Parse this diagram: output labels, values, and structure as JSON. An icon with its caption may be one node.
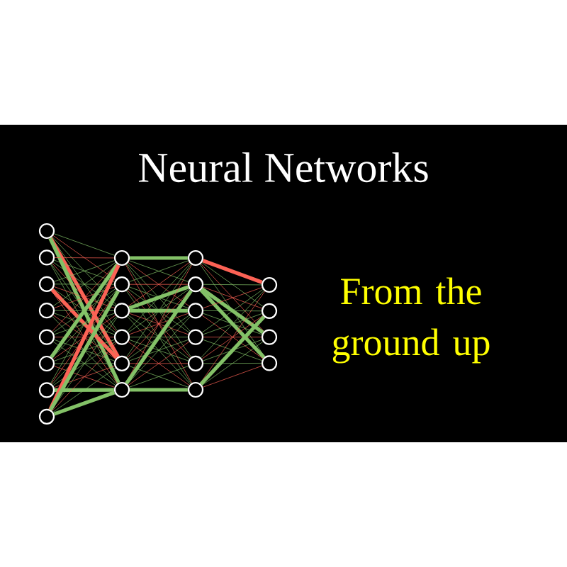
{
  "diagram": {
    "title": "Neural Networks",
    "nodes": [
      {
        "text": [],
        "shape": "circle"
      },
      {
        "text": [],
        "shape": "circle"
      },
      {
        "text": [],
        "shape": "circle"
      },
      {
        "text": [],
        "shape": "circle"
      },
      {
        "text": [],
        "shape": "circle"
      },
      {
        "text": [],
        "shape": "circle"
      },
      {
        "text": [],
        "shape": "circle"
      },
      {
        "text": [],
        "shape": "circle"
      },
      {
        "text": [],
        "shape": "circle"
      },
      {
        "text": [],
        "shape": "circle"
      },
      {
        "text": [],
        "shape": "circle"
      },
      {
        "text": [],
        "shape": "circle"
      },
      {
        "text": [],
        "shape": "circle"
      },
      {
        "text": [],
        "shape": "circle"
      },
      {
        "text": [],
        "shape": "circle"
      },
      {
        "text": [],
        "shape": "circle"
      },
      {
        "text": [],
        "shape": "circle"
      },
      {
        "text": [],
        "shape": "circle"
      },
      {
        "text": [],
        "shape": "circle"
      },
      {
        "text": [],
        "shape": "circle"
      },
      {
        "text": [],
        "shape": "circle"
      },
      {
        "text": [],
        "shape": "circle"
      },
      {
        "text": [],
        "shape": "circle"
      },
      {
        "text": [],
        "shape": "circle"
      }
    ],
    "edges": [
      {
        "from": 0,
        "to": 8,
        "arrow": "none"
      },
      {
        "from": 0,
        "to": 9,
        "arrow": "none",
        "color": "#fc6255"
      },
      {
        "from": 0,
        "to": 10,
        "arrow": "none"
      },
      {
        "from": 0,
        "to": 11,
        "arrow": "none"
      },
      {
        "from": 0,
        "to": 12,
        "arrow": "none",
        "color": "#fc6255",
        "style": "thick"
      },
      {
        "from": 0,
        "to": 13,
        "arrow": "none",
        "style": "thick"
      },
      {
        "from": 1,
        "to": 8,
        "arrow": "none",
        "color": "#fc6255"
      },
      {
        "from": 1,
        "to": 9,
        "arrow": "none"
      },
      {
        "from": 1,
        "to": 10,
        "arrow": "none"
      },
      {
        "from": 1,
        "to": 11,
        "arrow": "none",
        "color": "#fc6255"
      },
      {
        "from": 1,
        "to": 12,
        "arrow": "none"
      },
      {
        "from": 1,
        "to": 13,
        "arrow": "none"
      },
      {
        "from": 2,
        "to": 8,
        "arrow": "none"
      },
      {
        "from": 2,
        "to": 9,
        "arrow": "none"
      },
      {
        "from": 2,
        "to": 10,
        "arrow": "none",
        "color": "#fc6255"
      },
      {
        "from": 2,
        "to": 11,
        "arrow": "none"
      },
      {
        "from": 2,
        "to": 12,
        "arrow": "none",
        "color": "#fc6255",
        "style": "thick"
      },
      {
        "from": 2,
        "to": 13,
        "arrow": "none",
        "color": "#fc6255"
      },
      {
        "from": 3,
        "to": 8,
        "arrow": "none"
      },
      {
        "from": 3,
        "to": 9,
        "arrow": "none",
        "color": "#fc6255"
      },
      {
        "from": 3,
        "to": 10,
        "arrow": "none"
      },
      {
        "from": 3,
        "to": 11,
        "arrow": "none"
      },
      {
        "from": 3,
        "to": 12,
        "arrow": "none",
        "color": "#fc6255"
      },
      {
        "from": 3,
        "to": 13,
        "arrow": "none"
      },
      {
        "from": 4,
        "to": 8,
        "arrow": "none",
        "color": "#fc6255"
      },
      {
        "from": 4,
        "to": 9,
        "arrow": "none"
      },
      {
        "from": 4,
        "to": 10,
        "arrow": "none"
      },
      {
        "from": 4,
        "to": 11,
        "arrow": "none",
        "color": "#fc6255"
      },
      {
        "from": 4,
        "to": 12,
        "arrow": "none"
      },
      {
        "from": 4,
        "to": 13,
        "arrow": "none"
      },
      {
        "from": 5,
        "to": 8,
        "arrow": "none",
        "style": "thick"
      },
      {
        "from": 5,
        "to": 9,
        "arrow": "none"
      },
      {
        "from": 5,
        "to": 10,
        "arrow": "none",
        "color": "#fc6255"
      },
      {
        "from": 5,
        "to": 11,
        "arrow": "none"
      },
      {
        "from": 5,
        "to": 12,
        "arrow": "none"
      },
      {
        "from": 5,
        "to": 13,
        "arrow": "none",
        "color": "#fc6255"
      },
      {
        "from": 6,
        "to": 8,
        "arrow": "none"
      },
      {
        "from": 6,
        "to": 9,
        "arrow": "none",
        "color": "#fc6255"
      },
      {
        "from": 6,
        "to": 10,
        "arrow": "none"
      },
      {
        "from": 6,
        "to": 11,
        "arrow": "none"
      },
      {
        "from": 6,
        "to": 12,
        "arrow": "none",
        "color": "#fc6255"
      },
      {
        "from": 6,
        "to": 13,
        "arrow": "none",
        "style": "thick"
      },
      {
        "from": 7,
        "to": 8,
        "arrow": "none",
        "color": "#fc6255",
        "style": "thick"
      },
      {
        "from": 7,
        "to": 9,
        "arrow": "none",
        "style": "thick"
      },
      {
        "from": 7,
        "to": 10,
        "arrow": "none"
      },
      {
        "from": 7,
        "to": 11,
        "arrow": "none",
        "color": "#fc6255"
      },
      {
        "from": 7,
        "to": 12,
        "arrow": "none"
      },
      {
        "from": 7,
        "to": 13,
        "arrow": "none",
        "style": "thick"
      },
      {
        "from": 8,
        "to": 14,
        "arrow": "none",
        "style": "thick"
      },
      {
        "from": 8,
        "to": 15,
        "arrow": "none"
      },
      {
        "from": 8,
        "to": 16,
        "arrow": "none",
        "color": "#fc6255"
      },
      {
        "from": 8,
        "to": 17,
        "arrow": "none"
      },
      {
        "from": 8,
        "to": 18,
        "arrow": "none"
      },
      {
        "from": 8,
        "to": 19,
        "arrow": "none",
        "color": "#fc6255"
      },
      {
        "from": 9,
        "to": 14,
        "arrow": "none"
      },
      {
        "from": 9,
        "to": 15,
        "arrow": "none",
        "color": "#fc6255"
      },
      {
        "from": 9,
        "to": 16,
        "arrow": "none"
      },
      {
        "from": 9,
        "to": 17,
        "arrow": "none"
      },
      {
        "from": 9,
        "to": 18,
        "arrow": "none",
        "color": "#fc6255"
      },
      {
        "from": 9,
        "to": 19,
        "arrow": "none"
      },
      {
        "from": 10,
        "to": 14,
        "arrow": "none",
        "color": "#fc6255"
      },
      {
        "from": 10,
        "to": 15,
        "arrow": "none",
        "style": "thick"
      },
      {
        "from": 10,
        "to": 16,
        "arrow": "none",
        "style": "thick"
      },
      {
        "from": 10,
        "to": 17,
        "arrow": "none",
        "color": "#fc6255"
      },
      {
        "from": 10,
        "to": 18,
        "arrow": "none"
      },
      {
        "from": 10,
        "to": 19,
        "arrow": "none"
      },
      {
        "from": 11,
        "to": 14,
        "arrow": "none"
      },
      {
        "from": 11,
        "to": 15,
        "arrow": "none"
      },
      {
        "from": 11,
        "to": 16,
        "arrow": "none",
        "color": "#fc6255"
      },
      {
        "from": 11,
        "to": 17,
        "arrow": "none"
      },
      {
        "from": 11,
        "to": 18,
        "arrow": "none"
      },
      {
        "from": 11,
        "to": 19,
        "arrow": "none",
        "color": "#fc6255"
      },
      {
        "from": 12,
        "to": 14,
        "arrow": "none"
      },
      {
        "from": 12,
        "to": 15,
        "arrow": "none",
        "color": "#fc6255"
      },
      {
        "from": 12,
        "to": 16,
        "arrow": "none"
      },
      {
        "from": 12,
        "to": 17,
        "arrow": "none"
      },
      {
        "from": 12,
        "to": 18,
        "arrow": "none",
        "color": "#fc6255"
      },
      {
        "from": 12,
        "to": 19,
        "arrow": "none"
      },
      {
        "from": 13,
        "to": 14,
        "arrow": "none",
        "color": "#fc6255"
      },
      {
        "from": 13,
        "to": 15,
        "arrow": "none",
        "style": "thick"
      },
      {
        "from": 13,
        "to": 16,
        "arrow": "none"
      },
      {
        "from": 13,
        "to": 17,
        "arrow": "none",
        "color": "#fc6255"
      },
      {
        "from": 13,
        "to": 18,
        "arrow": "none"
      },
      {
        "from": 13,
        "to": 19,
        "arrow": "none",
        "style": "thick"
      },
      {
        "from": 14,
        "to": 20,
        "arrow": "none",
        "color": "#fc6255",
        "style": "thick"
      },
      {
        "from": 14,
        "to": 21,
        "arrow": "none"
      },
      {
        "from": 14,
        "to": 22,
        "arrow": "none",
        "color": "#fc6255"
      },
      {
        "from": 14,
        "to": 23,
        "arrow": "none"
      },
      {
        "from": 15,
        "to": 20,
        "arrow": "none"
      },
      {
        "from": 15,
        "to": 21,
        "arrow": "none",
        "color": "#fc6255"
      },
      {
        "from": 15,
        "to": 22,
        "arrow": "none",
        "style": "thick"
      },
      {
        "from": 15,
        "to": 23,
        "arrow": "none",
        "style": "thick"
      },
      {
        "from": 16,
        "to": 20,
        "arrow": "none",
        "color": "#fc6255"
      },
      {
        "from": 16,
        "to": 21,
        "arrow": "none"
      },
      {
        "from": 16,
        "to": 22,
        "arrow": "none"
      },
      {
        "from": 16,
        "to": 23,
        "arrow": "none",
        "color": "#fc6255"
      },
      {
        "from": 17,
        "to": 20,
        "arrow": "none"
      },
      {
        "from": 17,
        "to": 21,
        "arrow": "none"
      },
      {
        "from": 17,
        "to": 22,
        "arrow": "none",
        "color": "#fc6255"
      },
      {
        "from": 17,
        "to": 23,
        "arrow": "none"
      },
      {
        "from": 18,
        "to": 20,
        "arrow": "none"
      },
      {
        "from": 18,
        "to": 21,
        "arrow": "none",
        "color": "#fc6255"
      },
      {
        "from": 18,
        "to": 22,
        "arrow": "none"
      },
      {
        "from": 18,
        "to": 23,
        "arrow": "none"
      },
      {
        "from": 19,
        "to": 20,
        "arrow": "none",
        "color": "#fc6255"
      },
      {
        "from": 19,
        "to": 21,
        "arrow": "none",
        "style": "thick"
      },
      {
        "from": 19,
        "to": 22,
        "arrow": "none"
      },
      {
        "from": 19,
        "to": 23,
        "arrow": "none",
        "color": "#fc6255"
      }
    ],
    "labels": [
      "From the ground up"
    ]
  }
}
